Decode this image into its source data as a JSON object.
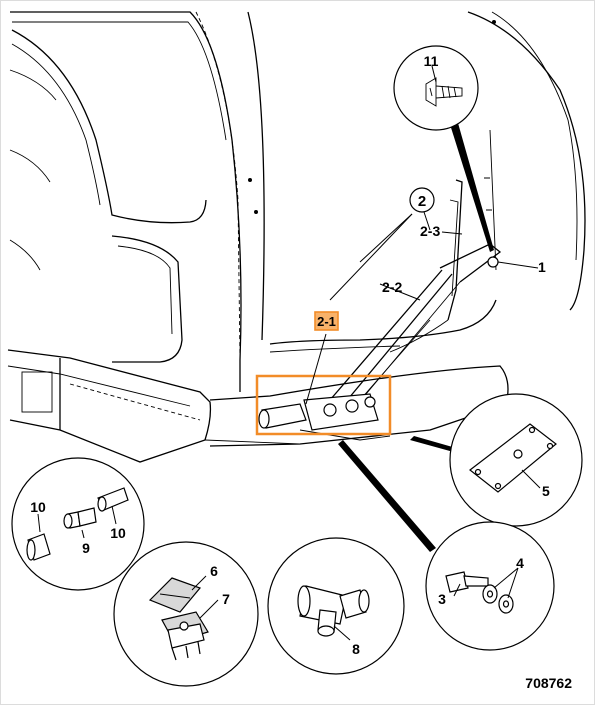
{
  "diagram_id": "708762",
  "callouts": {
    "c1": "1",
    "c2": "2",
    "c2_1": "2-1",
    "c2_2": "2-2",
    "c2_3": "2-3",
    "c3": "3",
    "c4": "4",
    "c5": "5",
    "c6": "6",
    "c7": "7",
    "c8": "8",
    "c9": "9",
    "c10a": "10",
    "c10b": "10",
    "c11": "11"
  },
  "colors": {
    "highlight": "#f28c28",
    "highlight_fill": "#f8b26a",
    "line": "#000000",
    "detail_fill": "#d8d8d8"
  }
}
